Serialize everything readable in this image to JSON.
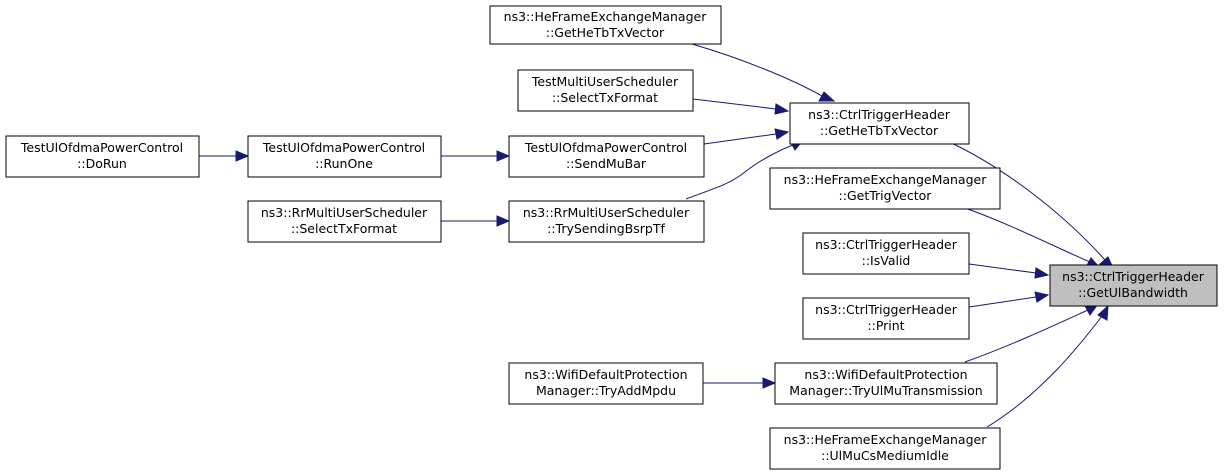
{
  "colors": {
    "edge": "#191970",
    "focus_fill": "#bfbfbf",
    "node_fill": "#ffffff"
  },
  "nodes": {
    "getulbandwidth": [
      "ns3::CtrlTriggerHeader",
      "::GetUlBandwidth"
    ],
    "ctrl_getheTbTxVector": [
      "ns3::CtrlTriggerHeader",
      "::GetHeTbTxVector"
    ],
    "he_getHeTbTxVector": [
      "ns3::HeFrameExchangeManager",
      "::GetHeTbTxVector"
    ],
    "test_selectTxFormat": [
      "TestMultiUserScheduler",
      "::SelectTxFormat"
    ],
    "test_sendMuBar": [
      "TestUlOfdmaPowerControl",
      "::SendMuBar"
    ],
    "test_runOne": [
      "TestUlOfdmaPowerControl",
      "::RunOne"
    ],
    "test_doRun": [
      "TestUlOfdmaPowerControl",
      "::DoRun"
    ],
    "rr_trySendingBsrpTf": [
      "ns3::RrMultiUserScheduler",
      "::TrySendingBsrpTf"
    ],
    "rr_selectTxFormat": [
      "ns3::RrMultiUserScheduler",
      "::SelectTxFormat"
    ],
    "he_getTrigVector": [
      "ns3::HeFrameExchangeManager",
      "::GetTrigVector"
    ],
    "ctrl_isValid": [
      "ns3::CtrlTriggerHeader",
      "::IsValid"
    ],
    "ctrl_print": [
      "ns3::CtrlTriggerHeader",
      "::Print"
    ],
    "wifi_tryUlMuTransmission": [
      "ns3::WifiDefaultProtection",
      "Manager::TryUlMuTransmission"
    ],
    "wifi_tryAddMpdu": [
      "ns3::WifiDefaultProtection",
      "Manager::TryAddMpdu"
    ],
    "he_ulMuCsMediumIdle": [
      "ns3::HeFrameExchangeManager",
      "::UlMuCsMediumIdle"
    ]
  }
}
